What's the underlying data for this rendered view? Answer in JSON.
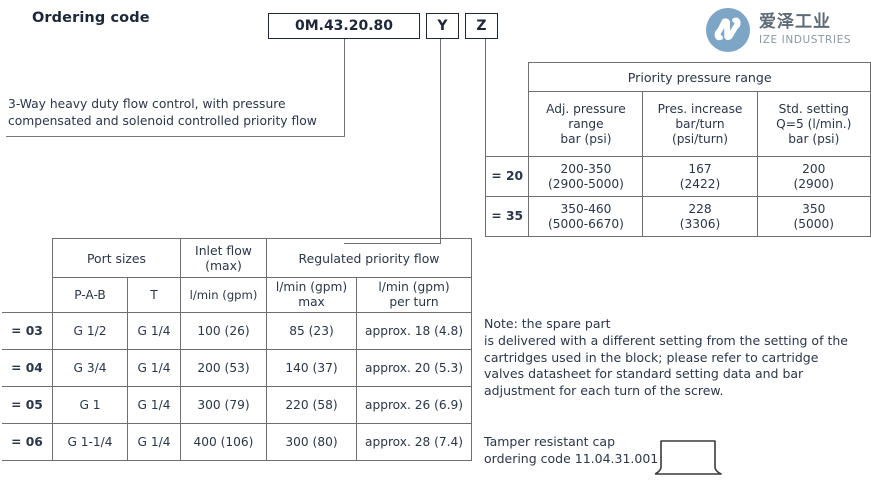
{
  "page_title": "Ordering code",
  "ordering_code": {
    "main": "0M.43.20.80",
    "option_y": "Y",
    "option_z": "Z"
  },
  "description": "3-Way heavy duty flow control, with pressure compensated and solenoid controlled priority flow",
  "logo": {
    "mark": "ize-logo-icon",
    "name_cn": "爱泽工业",
    "name_en": "IZE INDUSTRIES",
    "color": "#7ca5c6"
  },
  "pressure_table": {
    "group_header": "Priority pressure range",
    "columns": [
      "Adj. pressure range bar (psi)",
      "Pres. increase bar/turn (psi/turn)",
      "Std. setting Q=5 (l/min.) bar (psi)"
    ],
    "col_lines": [
      [
        "Adj. pressure",
        "range",
        "bar (psi)"
      ],
      [
        "Pres. increase",
        "bar/turn",
        "(psi/turn)"
      ],
      [
        "Std. setting",
        "Q=5 (l/min.)",
        "bar (psi)"
      ]
    ],
    "rows": [
      {
        "code": "= 20",
        "adj_range": "200-350",
        "adj_range_psi": "(2900-5000)",
        "increase": "167",
        "increase_psi": "(2422)",
        "std_setting": "200",
        "std_setting_psi": "(2900)"
      },
      {
        "code": "= 35",
        "adj_range": "350-460",
        "adj_range_psi": "(5000-6670)",
        "increase": "228",
        "increase_psi": "(3306)",
        "std_setting": "350",
        "std_setting_psi": "(5000)"
      }
    ]
  },
  "flow_table": {
    "group_headers": {
      "port_sizes": "Port sizes",
      "inlet_flow_l1": "Inlet flow",
      "inlet_flow_l2": "(max)",
      "regulated": "Regulated priority flow"
    },
    "sub_headers": {
      "pab": "P-A-B",
      "t": "T",
      "inlet_unit": "l/min (gpm)",
      "max_l1": "l/min (gpm)",
      "max_l2": "max",
      "turn_l1": "l/min (gpm)",
      "turn_l2": "per turn"
    },
    "rows": [
      {
        "code": "= 03",
        "pab": "G 1/2",
        "t": "G 1/4",
        "inlet": "100 (26)",
        "max": "85 (23)",
        "per_turn": "approx. 18 (4.8)"
      },
      {
        "code": "= 04",
        "pab": "G 3/4",
        "t": "G 1/4",
        "inlet": "200 (53)",
        "max": "140 (37)",
        "per_turn": "approx. 20 (5.3)"
      },
      {
        "code": "= 05",
        "pab": "G 1",
        "t": "G 1/4",
        "inlet": "300 (79)",
        "max": "220 (58)",
        "per_turn": "approx. 26 (6.9)"
      },
      {
        "code": "= 06",
        "pab": "G 1-1/4",
        "t": "G 1/4",
        "inlet": "400 (106)",
        "max": "300 (80)",
        "per_turn": "approx. 28 (7.4)"
      }
    ]
  },
  "note": {
    "line1": "Note: the spare part",
    "line2": " is delivered with a different setting from the setting of the",
    "line3": "cartridges used in the block; please refer to cartridge",
    "line4": "valves datasheet for standard setting data and bar",
    "line5": "adjustment for each turn of the screw."
  },
  "tamper": {
    "line1": "Tamper resistant cap",
    "line2": "ordering code 11.04.31.001",
    "drawing": "cap-outline-icon"
  }
}
